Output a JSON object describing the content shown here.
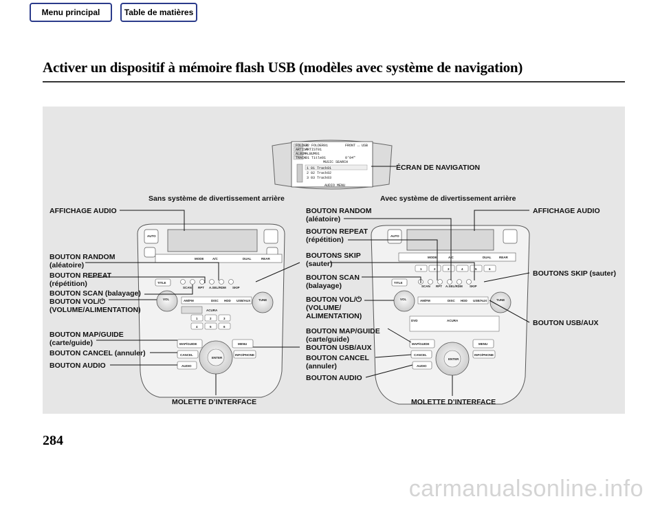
{
  "nav": {
    "menu": "Menu principal",
    "toc": "Table de matières"
  },
  "title": "Activer un dispositif à mémoire flash USB (modèles avec système de navigation)",
  "page_number": "284",
  "watermark": "carmanualsonline.info",
  "screen": {
    "rows": [
      {
        "tag": "FOLDER",
        "text": "22 FOLDER01",
        "extra": "FRONT  ↔ USB"
      },
      {
        "tag": "ARTIST",
        "text": "ARTIST01",
        "extra": ""
      },
      {
        "tag": "ALBUM",
        "text": "ALBUM01",
        "extra": ""
      },
      {
        "tag": "TRACK",
        "text": "01 Title01",
        "extra": "0'04\""
      }
    ],
    "search": "MUSIC SEARCH",
    "list": [
      "1 01  Track01",
      "2 02  Track02",
      "3 03  Track03"
    ],
    "menu": "AUDIO MENU"
  },
  "captions": {
    "sans": "Sans système de divertissement arrière",
    "avec": "Avec système de divertissement arrière"
  },
  "left_labels": [
    {
      "main": "AFFICHAGE AUDIO",
      "sub": ""
    },
    {
      "main": "BOUTON RANDOM",
      "sub": "(aléatoire)"
    },
    {
      "main": "BOUTON REPEAT",
      "sub": "(répétition)"
    },
    {
      "main": "BOUTON SCAN (balayage)",
      "sub": ""
    },
    {
      "main": "BOUTON VOL/⏻",
      "sub": "(VOLUME/ALIMENTATION)"
    },
    {
      "main": "BOUTON MAP/GUIDE",
      "sub": "(carte/guide)"
    },
    {
      "main": "BOUTON CANCEL (annuler)",
      "sub": ""
    },
    {
      "main": "BOUTON AUDIO",
      "sub": ""
    }
  ],
  "mid_labels": [
    {
      "main": "BOUTON RANDOM",
      "sub": "(aléatoire)"
    },
    {
      "main": "BOUTON REPEAT",
      "sub": "(répétition)"
    },
    {
      "main": "BOUTONS SKIP",
      "sub": "(sauter)"
    },
    {
      "main": "BOUTON SCAN",
      "sub": "(balayage)"
    },
    {
      "main": "BOUTON VOL/⏻",
      "sub": "(VOLUME/",
      "sub2": "ALIMENTATION)"
    },
    {
      "main": "BOUTON MAP/GUIDE",
      "sub": "(carte/guide)"
    },
    {
      "main": "BOUTON USB/AUX",
      "sub": ""
    },
    {
      "main": "BOUTON CANCEL",
      "sub": "(annuler)"
    },
    {
      "main": "BOUTON AUDIO",
      "sub": ""
    }
  ],
  "right_labels": {
    "nav_screen": "ÉCRAN DE NAVIGATION",
    "audio_display": "AFFICHAGE AUDIO",
    "skip": "BOUTONS SKIP (sauter)",
    "usb": "BOUTON USB/AUX"
  },
  "bottom_labels": {
    "left_knob": "MOLETTE D’INTERFACE",
    "right_knob": "MOLETTE D’INTERFACE"
  },
  "console_text": {
    "auto": "AUTO",
    "title": "TITLE",
    "scan": "SCAN",
    "rpt": "RPT",
    "rdm": "A.SEL/RDM",
    "skip": "SKIP",
    "amfm": "AM/FM",
    "disc": "DISC",
    "hdd": "HDD",
    "usbaux": "USB/AUX",
    "vol": "VOL",
    "mapguide": "MAP/GUIDE",
    "menu": "MENU",
    "cancel": "CANCEL",
    "info": "INFO/PHONE",
    "audio": "AUDIO",
    "enter": "ENTER",
    "acura": "ACURA",
    "mode": "MODE",
    "ac": "A/C",
    "dual": "DUAL",
    "rear": "REAR",
    "tune": "TUNE",
    "dvd": "DVD"
  }
}
